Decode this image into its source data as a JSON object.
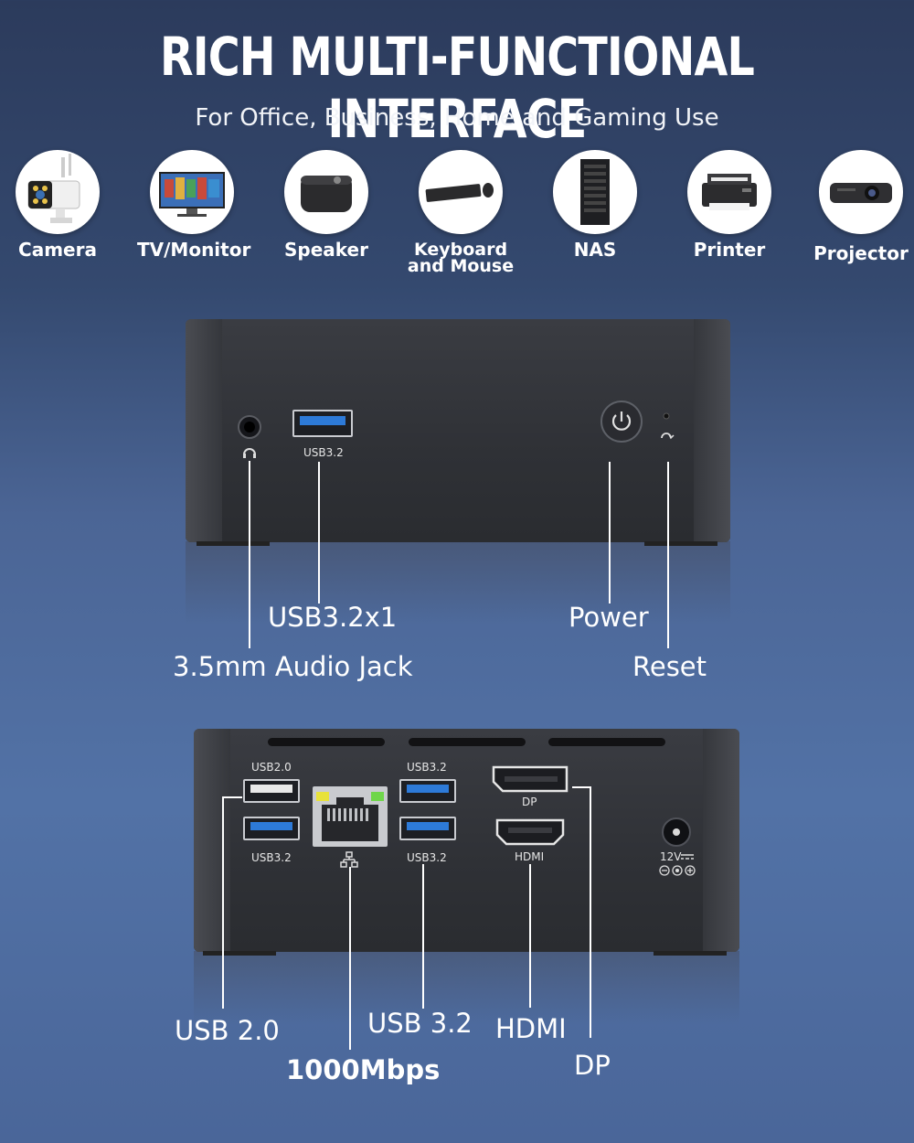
{
  "header": {
    "title": "RICH MULTI-FUNCTIONAL INTERFACE",
    "subtitle": "For Office, Business, Home and Gaming Use"
  },
  "devices": [
    {
      "label": "Camera",
      "icon": "camera-icon"
    },
    {
      "label": "TV/Monitor",
      "icon": "monitor-icon"
    },
    {
      "label": "Speaker",
      "icon": "speaker-icon"
    },
    {
      "label": "Keyboard and Mouse",
      "icon": "keyboard-mouse-icon"
    },
    {
      "label": "NAS",
      "icon": "nas-icon"
    },
    {
      "label": "Printer",
      "icon": "printer-icon"
    },
    {
      "label": "Projector",
      "icon": "projector-icon"
    }
  ],
  "front_panel": {
    "port_labels": {
      "usb": "USB3.2"
    },
    "callouts": {
      "usb": "USB3.2x1",
      "audio": "3.5mm Audio Jack",
      "power": "Power",
      "reset": "Reset"
    }
  },
  "rear_panel": {
    "port_labels": {
      "usb2_top": "USB2.0",
      "usb32_left": "USB3.2",
      "usb32_top": "USB3.2",
      "usb32_bottom": "USB3.2",
      "dp": "DP",
      "hdmi": "HDMI",
      "power_in": "12V"
    },
    "callouts": {
      "usb2": "USB 2.0",
      "lan": "1000Mbps",
      "usb32": "USB 3.2",
      "hdmi": "HDMI",
      "dp": "DP"
    }
  },
  "colors": {
    "usb3_blue": "#2d7ad8",
    "chassis": "#2f3136",
    "lan_led_yellow": "#e8e23a",
    "lan_led_green": "#6fd64a"
  }
}
